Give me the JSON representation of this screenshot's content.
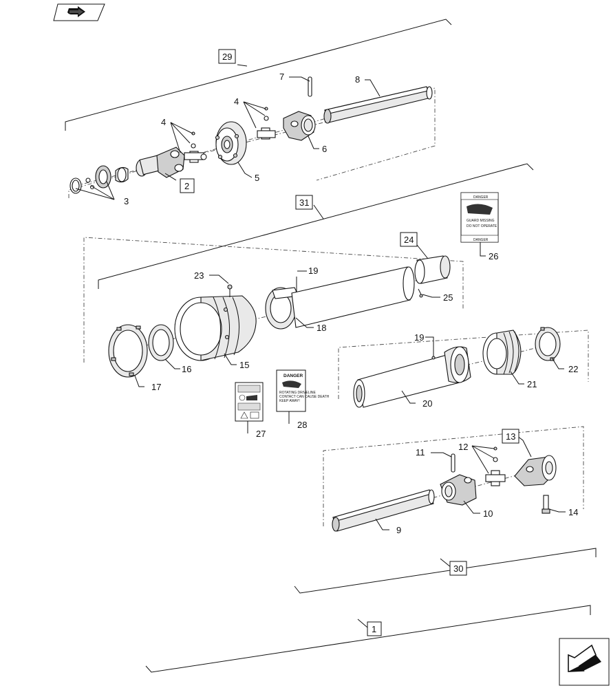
{
  "nav": {
    "back_icon": "arrow-back-icon",
    "next_icon": "arrow-next-icon"
  },
  "group_labels": {
    "g1": "1",
    "g29": "29",
    "g30": "30",
    "g31": "31"
  },
  "boxed_labels": {
    "b2": "2",
    "b13": "13",
    "b24": "24"
  },
  "callouts": {
    "c3": "3",
    "c4a": "4",
    "c4b": "4",
    "c5": "5",
    "c6": "6",
    "c7": "7",
    "c8": "8",
    "c9": "9",
    "c10": "10",
    "c11": "11",
    "c12": "12",
    "c14": "14",
    "c15": "15",
    "c16": "16",
    "c17": "17",
    "c18": "18",
    "c19a": "19",
    "c19b": "19",
    "c20": "20",
    "c21": "21",
    "c22": "22",
    "c23": "23",
    "c25": "25",
    "c26": "26",
    "c27": "27",
    "c28": "28"
  },
  "decals": {
    "d26_top": "DANGER",
    "d26_bottom": "DANGER",
    "d28_top": "DANGER",
    "d26_line1": "GUARD MISSING",
    "d26_line2": "DO NOT OPERATE",
    "d28_line1": "ROTATING DRIVELINE",
    "d28_line2": "CONTACT CAN CAUSE DEATH",
    "d28_line3": "KEEP AWAY!"
  }
}
